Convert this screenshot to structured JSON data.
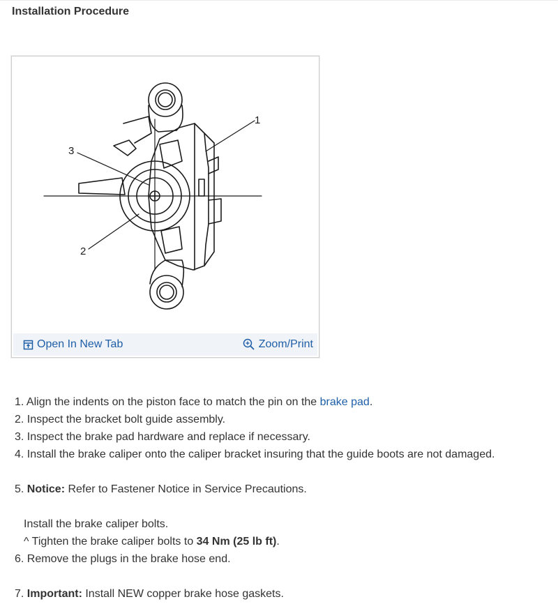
{
  "section": {
    "title": "Installation Procedure"
  },
  "figure": {
    "callouts": [
      "1",
      "2",
      "3"
    ],
    "open_label": "Open In New Tab",
    "zoom_label": "Zoom/Print",
    "open_icon": "open-new-tab-icon",
    "zoom_icon": "magnifier-icon"
  },
  "steps": {
    "s1": {
      "num": "1.",
      "text_before": "Align the indents on the piston face to match the pin on the ",
      "link": "brake pad",
      "text_after": "."
    },
    "s2": {
      "num": "2.",
      "text": "Inspect the bracket bolt guide assembly."
    },
    "s3": {
      "num": "3.",
      "text": "Inspect the brake pad hardware and replace if necessary."
    },
    "s4": {
      "num": "4.",
      "text": "Install the brake caliper onto the caliper bracket insuring that the guide boots are not damaged."
    },
    "s5": {
      "num": "5.",
      "label": "Notice:",
      "text": " Refer to Fastener Notice in Service Precautions."
    },
    "s5_sub": {
      "text": "Install the brake caliper bolts."
    },
    "s5_bullet": {
      "marker": "^",
      "text_before": " Tighten the brake caliper bolts to ",
      "bold": "34 Nm (25 lb ft)",
      "text_after": "."
    },
    "s6": {
      "num": "6.",
      "text": "Remove the plugs in the brake hose end."
    },
    "s7": {
      "num": "7.",
      "label": "Important:",
      "text": " Install NEW copper brake hose gaskets."
    }
  }
}
